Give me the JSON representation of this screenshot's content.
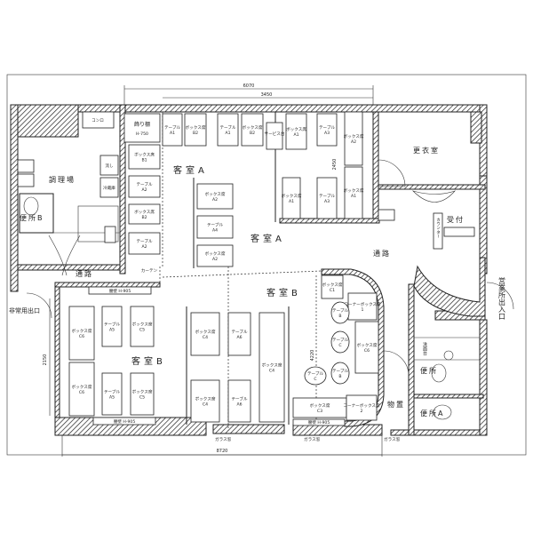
{
  "rooms": {
    "guest_a": "客室A",
    "guest_a2": "客室A",
    "guest_b": "客室B",
    "guest_b2": "客室B",
    "kitchen": "調理場",
    "changing": "更衣室",
    "reception": "受付",
    "corridor_left": "通路",
    "corridor_right": "通路",
    "storage": "物置",
    "toilet_a": "便所A",
    "toilet_b": "便所B",
    "toilet_c": "便所",
    "emergency_exit": "非常用出口",
    "entrance": "営業所出入口",
    "sink": "洗面台"
  },
  "fixtures": {
    "stove": "コンロ",
    "display_shelf": "飾り棚",
    "shelf_depth": "H-750",
    "curtain": "カーテン",
    "counter": "カウンター",
    "service": "サービス台",
    "fridge": "冷蔵庫",
    "sink_k": "流し",
    "glass": "ガラス窓",
    "glass2": "ガラス窓",
    "glass3": "ガラス窓",
    "sill": "腰壁 H-905",
    "sill2": "腰壁 H-905",
    "sill3": "腰壁 H-905"
  },
  "furniture": [
    {
      "type": "テーブル",
      "id": "A1"
    },
    {
      "type": "ボックス席",
      "id": "B2"
    },
    {
      "type": "テーブル",
      "id": "A1"
    },
    {
      "type": "ボックス席",
      "id": "B2"
    },
    {
      "type": "ボックス席",
      "id": "A1"
    },
    {
      "type": "テーブル",
      "id": "A3"
    },
    {
      "type": "ボックス席",
      "id": "A2"
    },
    {
      "type": "ボックス席",
      "id": "A1"
    },
    {
      "type": "ボックス席",
      "id": "A1"
    },
    {
      "type": "テーブル",
      "id": "A3"
    },
    {
      "type": "ボックス席",
      "id": "B1"
    },
    {
      "type": "テーブル",
      "id": "A2"
    },
    {
      "type": "ボックス席",
      "id": "B2"
    },
    {
      "type": "テーブル",
      "id": "A2"
    },
    {
      "type": "ボックス席",
      "id": "A2"
    },
    {
      "type": "テーブル",
      "id": "A4"
    },
    {
      "type": "ボックス席",
      "id": "A2"
    },
    {
      "type": "ボックス席",
      "id": "C6"
    },
    {
      "type": "ボックス席",
      "id": "C6"
    },
    {
      "type": "テーブル",
      "id": "A5"
    },
    {
      "type": "ボックス席",
      "id": "C5"
    },
    {
      "type": "テーブル",
      "id": "A5"
    },
    {
      "type": "ボックス席",
      "id": "C5"
    },
    {
      "type": "ボックス席",
      "id": "C4"
    },
    {
      "type": "テーブル",
      "id": "A6"
    },
    {
      "type": "ボックス席",
      "id": "C4"
    },
    {
      "type": "テーブル",
      "id": "A6"
    },
    {
      "type": "ボックス席",
      "id": "C4"
    },
    {
      "type": "ボックス席",
      "id": "C1"
    },
    {
      "type": "コーナーボックス席",
      "id": "1"
    },
    {
      "type": "テーブル",
      "id": "B"
    },
    {
      "type": "テーブル",
      "id": "C"
    },
    {
      "type": "テーブル",
      "id": "B"
    },
    {
      "type": "テーブル",
      "id": "C"
    },
    {
      "type": "ボックス席",
      "id": "C6"
    },
    {
      "type": "ボックス席",
      "id": "C3"
    },
    {
      "type": "コーナーボックス席",
      "id": "2"
    }
  ],
  "dimensions": {
    "top_outer": "6070",
    "top_inner": "3450",
    "left": "2150",
    "bottom": "8720",
    "mid": "4220",
    "right_a": "2450"
  }
}
